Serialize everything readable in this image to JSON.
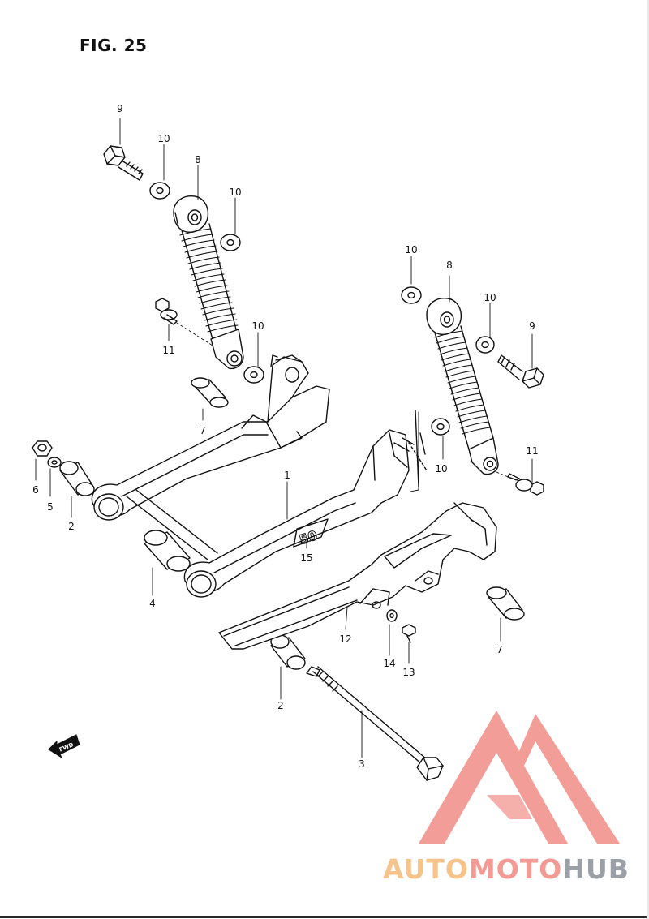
{
  "figure": {
    "title": "FIG. 25"
  },
  "callouts": [
    {
      "id": "c9a",
      "text": "9"
    },
    {
      "id": "c10a",
      "text": "10"
    },
    {
      "id": "c8a",
      "text": "8"
    },
    {
      "id": "c10b",
      "text": "10"
    },
    {
      "id": "c11a",
      "text": "11"
    },
    {
      "id": "c10c",
      "text": "10"
    },
    {
      "id": "c7a",
      "text": "7"
    },
    {
      "id": "c10d",
      "text": "10"
    },
    {
      "id": "c8b",
      "text": "8"
    },
    {
      "id": "c10e",
      "text": "10"
    },
    {
      "id": "c9b",
      "text": "9"
    },
    {
      "id": "c10f",
      "text": "10"
    },
    {
      "id": "c11b",
      "text": "11"
    },
    {
      "id": "c6",
      "text": "6"
    },
    {
      "id": "c5",
      "text": "5"
    },
    {
      "id": "c2a",
      "text": "2"
    },
    {
      "id": "c1",
      "text": "1"
    },
    {
      "id": "c15",
      "text": "15"
    },
    {
      "id": "c4",
      "text": "4"
    },
    {
      "id": "c12",
      "text": "12"
    },
    {
      "id": "c14",
      "text": "14"
    },
    {
      "id": "c13",
      "text": "13"
    },
    {
      "id": "c7b",
      "text": "7"
    },
    {
      "id": "c2b",
      "text": "2"
    },
    {
      "id": "c3",
      "text": "3"
    }
  ],
  "arm_marking": "50",
  "fwd_arrow_label": "FWD",
  "watermark": {
    "part1": "AUTO",
    "part2": "MOTO",
    "part3": "HUB"
  },
  "colors": {
    "line": "#111111",
    "watermark_logo": "#f08c86"
  }
}
